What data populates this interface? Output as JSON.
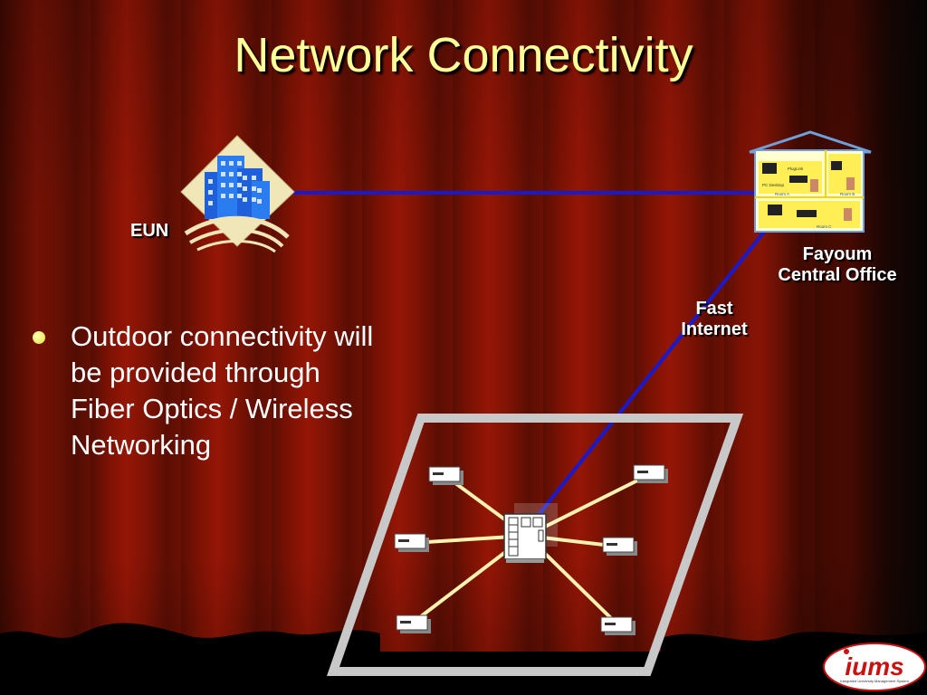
{
  "slide": {
    "title": "Network Connectivity",
    "bullet": "Outdoor connectivity will be provided through Fiber Optics / Wireless Networking"
  },
  "diagram": {
    "eun_label": "EUN",
    "office_label_line1": "Fayoum",
    "office_label_line2": "Central Office",
    "link_label_line1": "Fast",
    "link_label_line2": "Internet",
    "house_labels": [
      "PC Desktop",
      "PlugLink",
      "Room A",
      "Room B",
      "Room C"
    ],
    "building_icon": "office-building-icon",
    "hub_icon": "network-hub-icon",
    "node_icon": "network-node-icon"
  },
  "logo": {
    "text": "iums",
    "subtitle": "Integrated University Management System"
  },
  "colors": {
    "title": "#ffff99",
    "link": "#1a1acc",
    "spoke": "#fff2b0",
    "background": "#7a1204"
  }
}
